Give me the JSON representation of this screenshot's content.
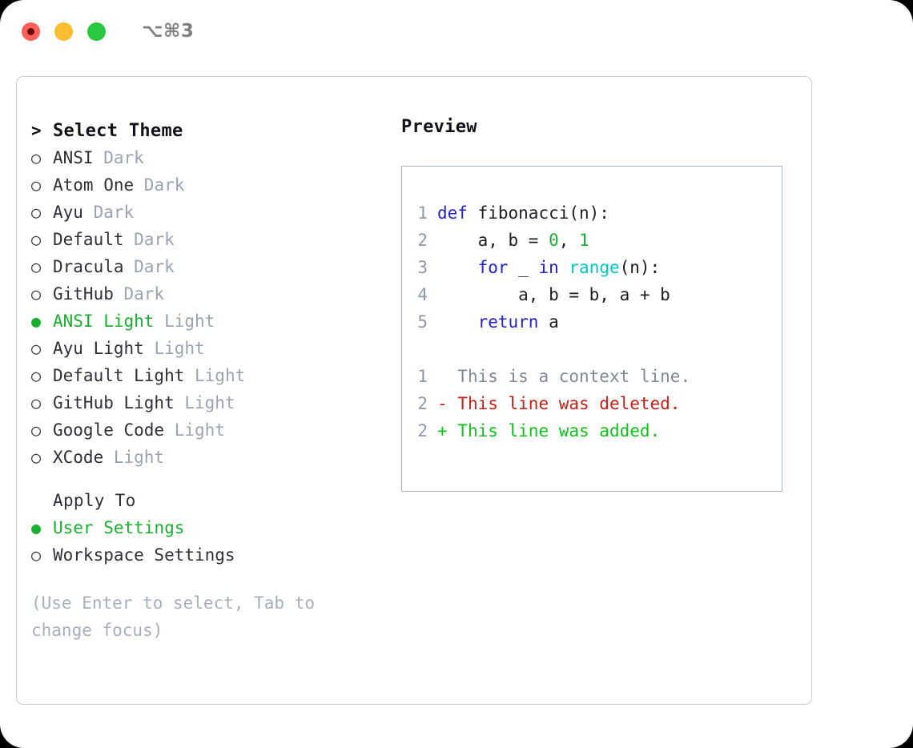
{
  "titlebar": {
    "shortcut": "⌥⌘3",
    "traffic_lights": [
      {
        "name": "close",
        "color": "#fc5f58"
      },
      {
        "name": "minimize",
        "color": "#fcbd2e"
      },
      {
        "name": "zoom",
        "color": "#28c840"
      }
    ]
  },
  "theme_panel": {
    "caret": ">",
    "title": "Select Theme",
    "bullet_off": "○",
    "bullet_on": "●",
    "items": [
      {
        "label": "ANSI",
        "meta": "Dark",
        "selected": false
      },
      {
        "label": "Atom One",
        "meta": "Dark",
        "selected": false
      },
      {
        "label": "Ayu",
        "meta": "Dark",
        "selected": false
      },
      {
        "label": "Default",
        "meta": "Dark",
        "selected": false
      },
      {
        "label": "Dracula",
        "meta": "Dark",
        "selected": false
      },
      {
        "label": "GitHub",
        "meta": "Dark",
        "selected": false
      },
      {
        "label": "ANSI Light",
        "meta": "Light",
        "selected": true
      },
      {
        "label": "Ayu Light",
        "meta": "Light",
        "selected": false
      },
      {
        "label": "Default Light",
        "meta": "Light",
        "selected": false
      },
      {
        "label": "GitHub Light",
        "meta": "Light",
        "selected": false
      },
      {
        "label": "Google Code",
        "meta": "Light",
        "selected": false
      },
      {
        "label": "XCode",
        "meta": "Light",
        "selected": false
      }
    ]
  },
  "apply_to": {
    "title": "Apply To",
    "options": [
      {
        "label": "User Settings",
        "selected": true
      },
      {
        "label": "Workspace Settings",
        "selected": false
      }
    ]
  },
  "hint": "(Use Enter to select, Tab to change focus)",
  "preview": {
    "title": "Preview",
    "code_lines": [
      {
        "ln": "1",
        "tokens": [
          {
            "t": "def",
            "c": "kw"
          },
          {
            "t": " fibonacci(n):",
            "c": "code"
          }
        ]
      },
      {
        "ln": "2",
        "tokens": [
          {
            "t": "    a, b = ",
            "c": "code"
          },
          {
            "t": "0",
            "c": "num"
          },
          {
            "t": ", ",
            "c": "code"
          },
          {
            "t": "1",
            "c": "num"
          }
        ]
      },
      {
        "ln": "3",
        "tokens": [
          {
            "t": "    ",
            "c": "code"
          },
          {
            "t": "for",
            "c": "kw"
          },
          {
            "t": " _ ",
            "c": "code"
          },
          {
            "t": "in",
            "c": "kw"
          },
          {
            "t": " ",
            "c": "code"
          },
          {
            "t": "range",
            "c": "bi"
          },
          {
            "t": "(n):",
            "c": "code"
          }
        ]
      },
      {
        "ln": "4",
        "tokens": [
          {
            "t": "        a, b = b, a + b",
            "c": "code"
          }
        ]
      },
      {
        "ln": "5",
        "tokens": [
          {
            "t": "    ",
            "c": "code"
          },
          {
            "t": "return",
            "c": "kw"
          },
          {
            "t": " a",
            "c": "code"
          }
        ]
      }
    ],
    "diff_lines": [
      {
        "ln": "1",
        "marker": "  ",
        "text": "This is a context line.",
        "kind": "ctx"
      },
      {
        "ln": "2",
        "marker": "- ",
        "text": "This line was deleted.",
        "kind": "del"
      },
      {
        "ln": "2",
        "marker": "+ ",
        "text": "This line was added.",
        "kind": "add"
      }
    ]
  },
  "colors": {
    "accent_green": "#19b02f",
    "keyword_blue": "#2222cc",
    "builtin_cyan": "#00c8c8",
    "number_green": "#19b02f",
    "diff_delete": "#c81e14",
    "diff_add": "#11c21b",
    "muted": "#9aa3b2",
    "border": "#a9b2c2"
  }
}
